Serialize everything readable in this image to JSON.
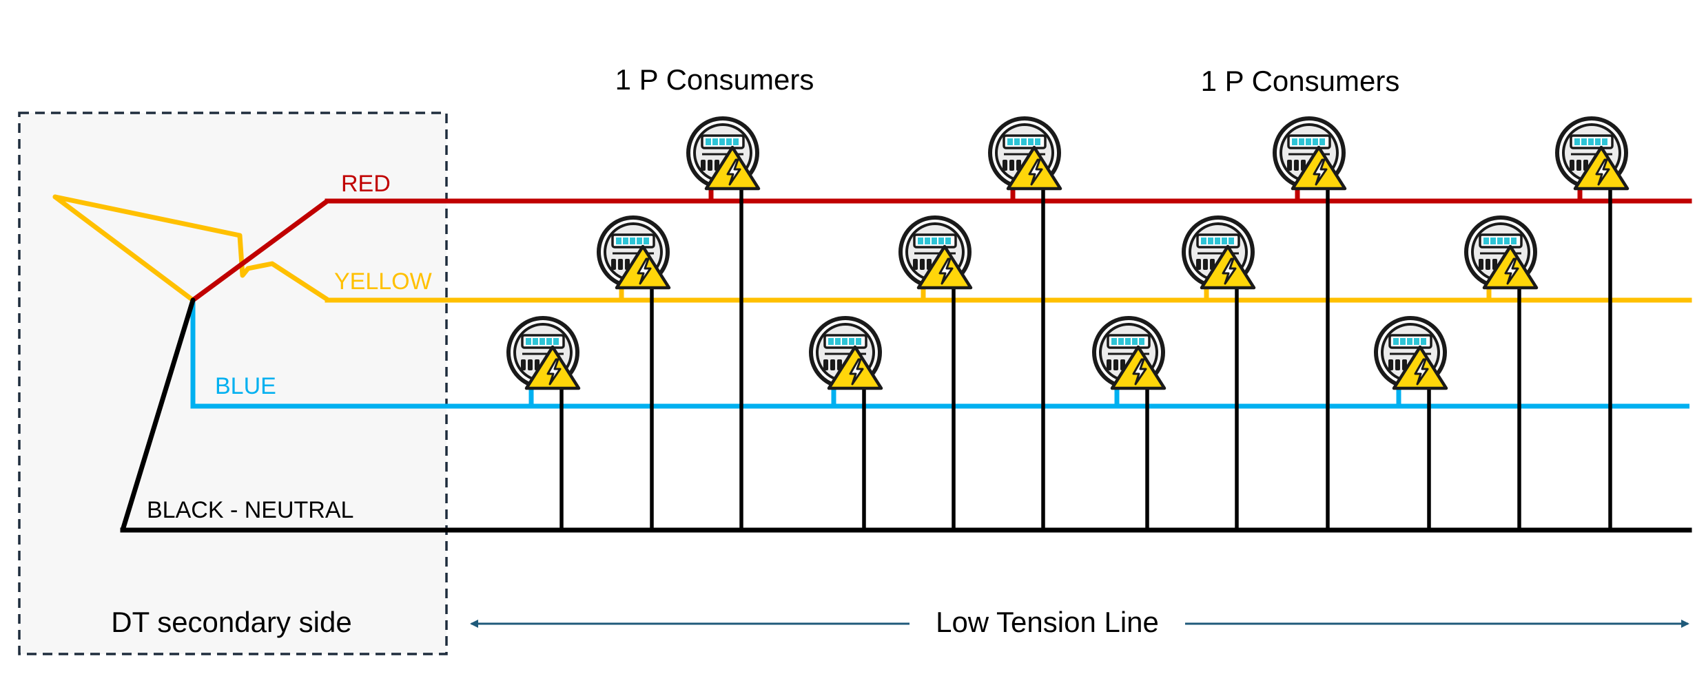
{
  "diagram": {
    "dt_box_label": "DT secondary side",
    "lt_line_label": "Low Tension Line",
    "group_labels": [
      "1 P Consumers",
      "1 P Consumers"
    ],
    "phases": [
      {
        "key": "red",
        "label": "RED",
        "color": "#c00000"
      },
      {
        "key": "yellow",
        "label": "YELLOW",
        "color": "#ffc000"
      },
      {
        "key": "blue",
        "label": "BLUE",
        "color": "#00b0f0"
      },
      {
        "key": "neutral",
        "label": "BLACK - NEUTRAL",
        "color": "#000000"
      }
    ],
    "meter_phase_sequence": [
      "blue",
      "yellow",
      "red",
      "blue",
      "yellow",
      "red",
      "blue",
      "yellow",
      "red",
      "blue",
      "yellow",
      "red"
    ],
    "colors": {
      "dt_box_fill": "#f7f7f7",
      "dt_box_border": "#1f2d3d",
      "lt_arrow": "#1f5a7a",
      "meter_display": "#2ec4d6",
      "warning_fill": "#ffd60a"
    },
    "icons": {
      "meter": "electric-meter-icon",
      "warning": "high-voltage-warning-icon"
    }
  }
}
